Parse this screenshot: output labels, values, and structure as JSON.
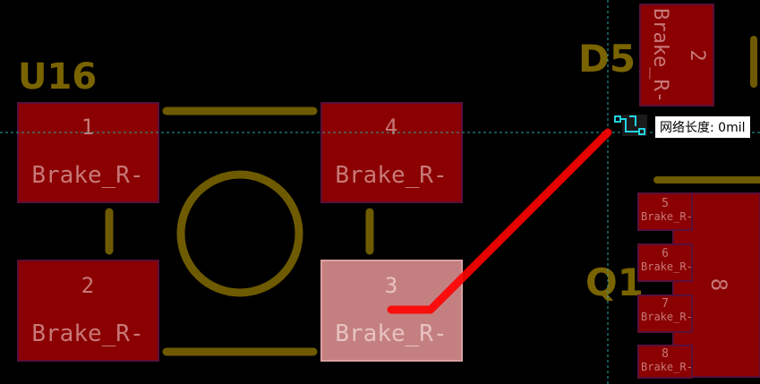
{
  "designators": {
    "u16": "U16",
    "d5": "D5",
    "q1": "Q1"
  },
  "net_name": "Brake_R-",
  "u16_pads": [
    {
      "number": "1",
      "net": "Brake_R-"
    },
    {
      "number": "4",
      "net": "Brake_R-"
    },
    {
      "number": "2",
      "net": "Brake_R-"
    },
    {
      "number": "3",
      "net": "Brake_R-"
    }
  ],
  "d5_pad": {
    "number": "2",
    "net": "Brake_R-"
  },
  "q1_pads": [
    {
      "number": "5",
      "net": "Brake_R-"
    },
    {
      "number": "6",
      "net": "Brake_R-"
    },
    {
      "number": "7",
      "net": "Brake_R-"
    },
    {
      "number": "8",
      "net": "Brake_R-"
    }
  ],
  "q1_tab_number": "8",
  "tooltip": {
    "text": "网络长度: 0mil"
  },
  "colors": {
    "background": "#000000",
    "pad": "#8b0000",
    "pad_outline": "#5a0f3a",
    "pad_text": "#c87878",
    "pad_selected": "#c48080",
    "silkscreen": "#6e5a00",
    "designator": "#7a6400",
    "trace": "#ff0000",
    "crosshair": "#2aa6a6",
    "cursor_icon": "#22d3e0"
  }
}
